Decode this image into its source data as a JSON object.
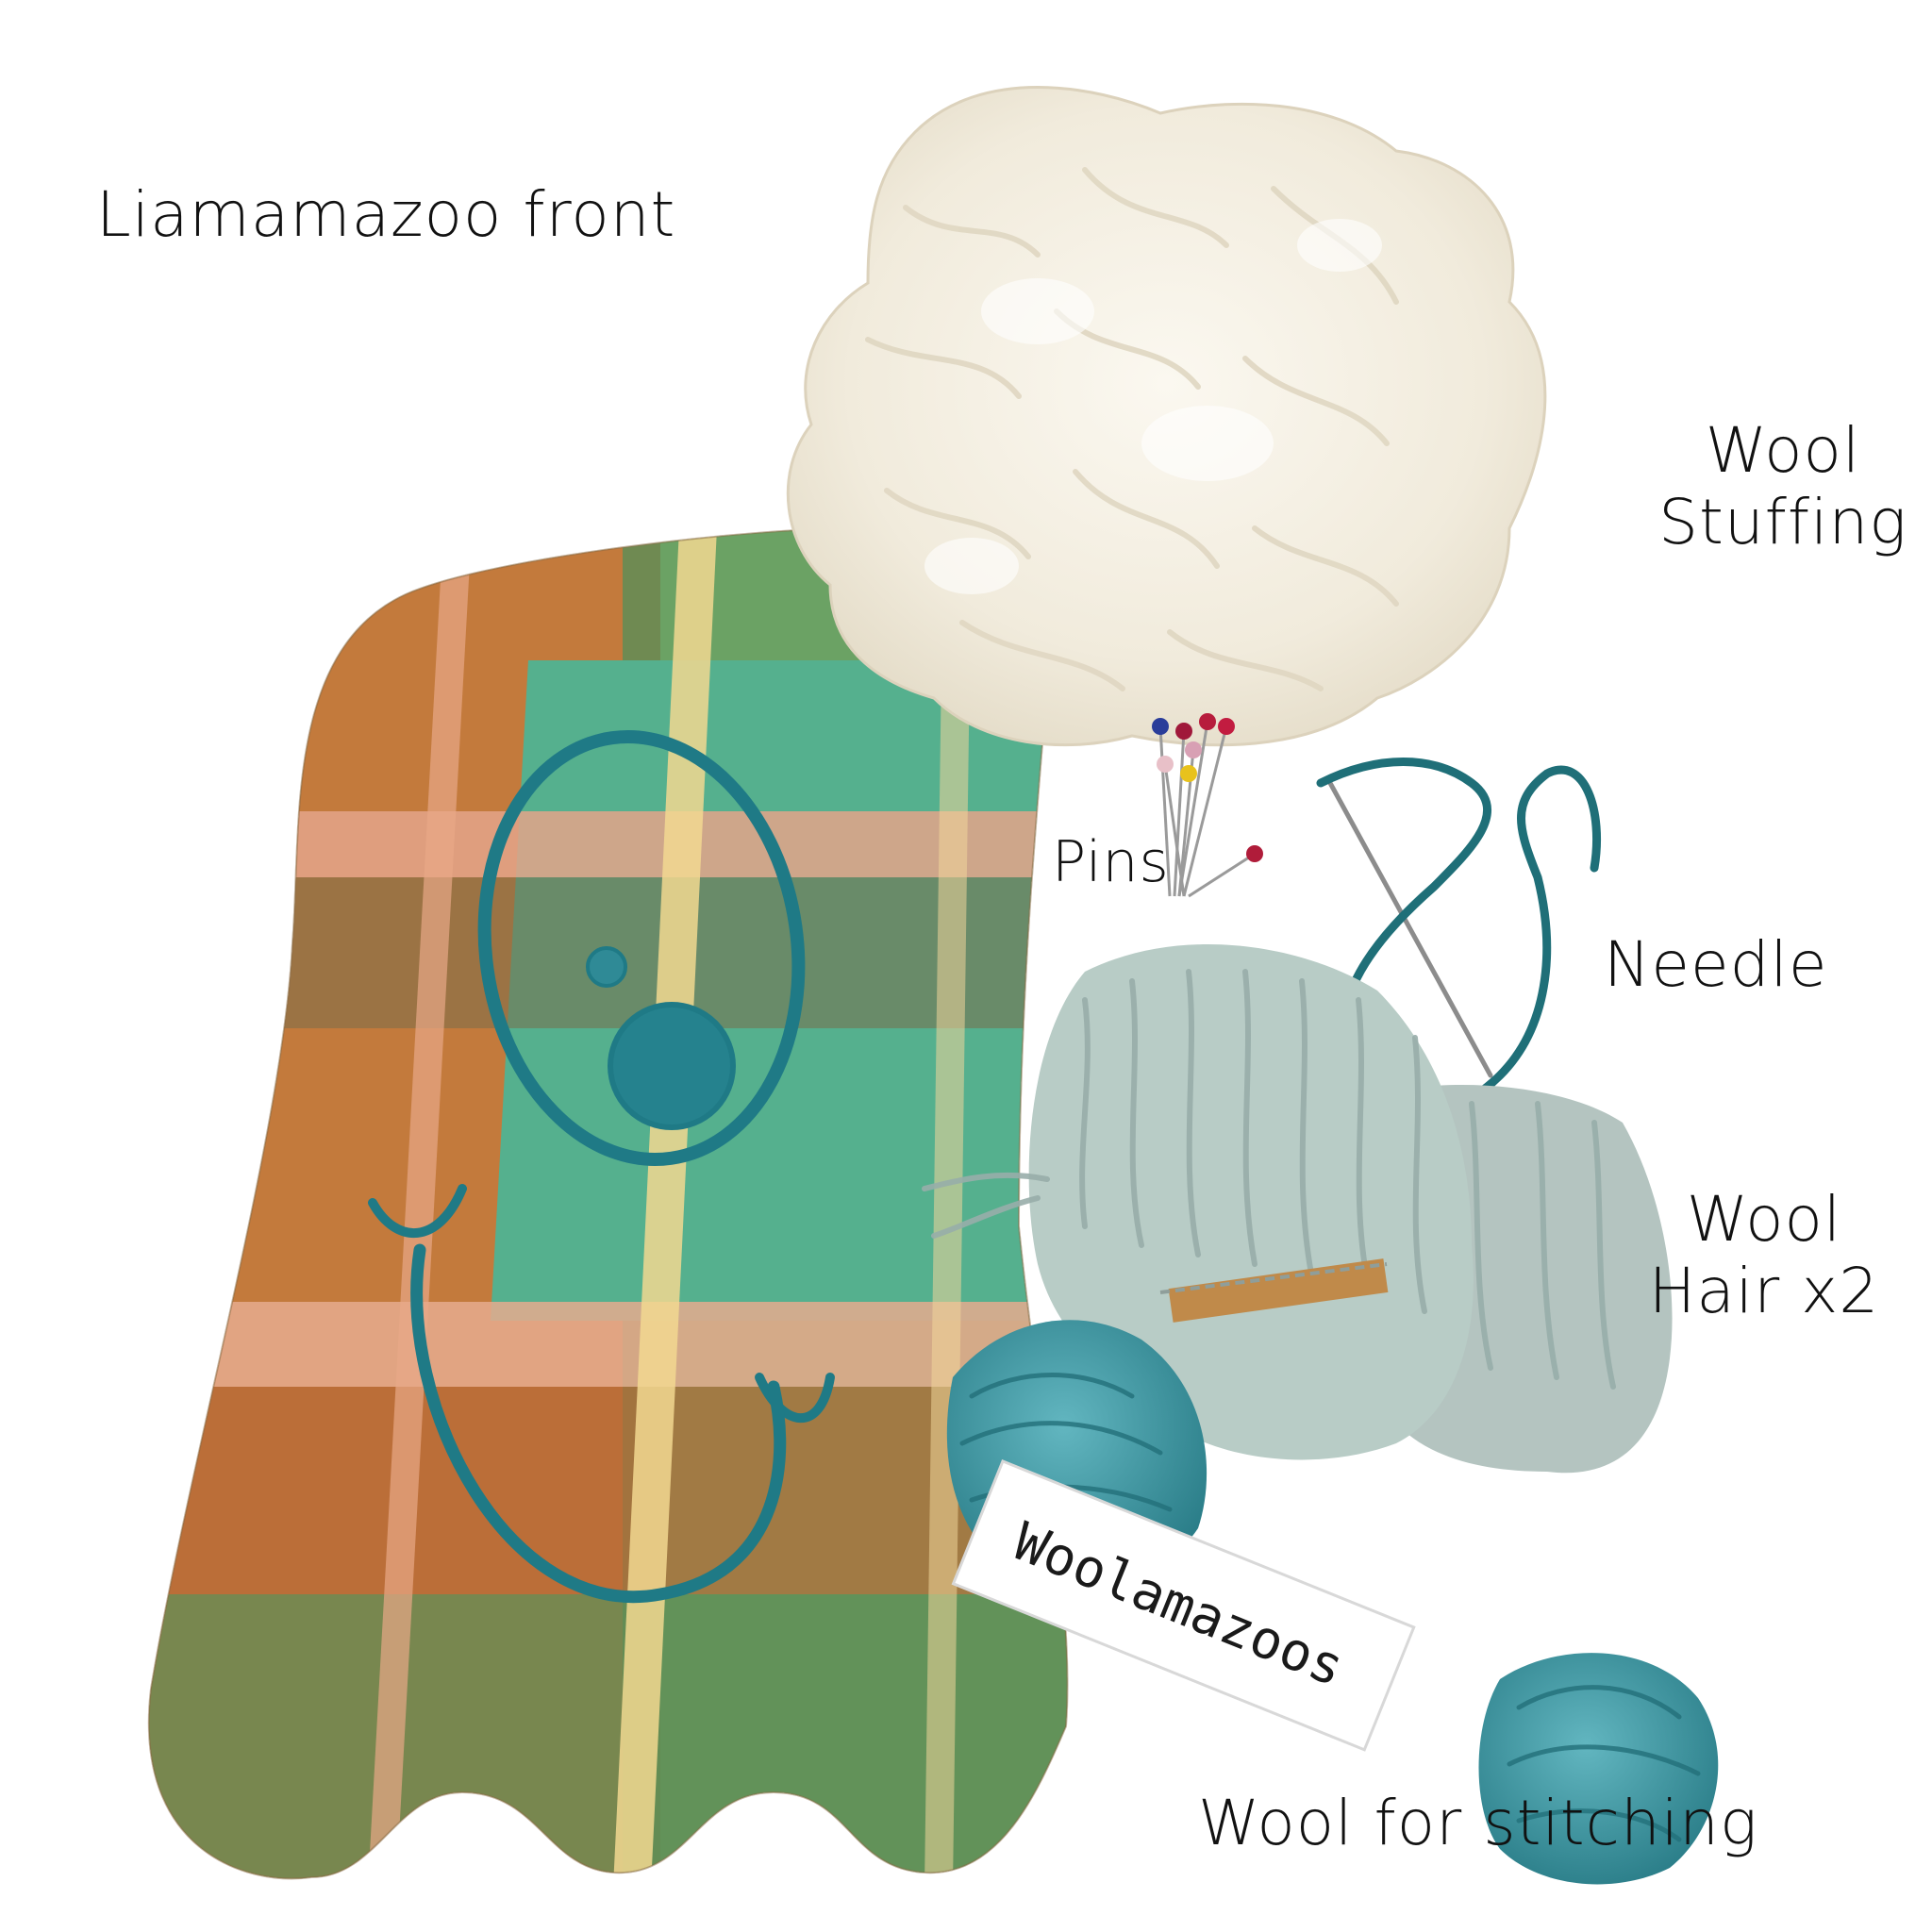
{
  "labels": {
    "front": "Liamamazoo front",
    "stuffing_line1": "Wool",
    "stuffing_line2": "Stuffing",
    "pins": "Pins",
    "needle": "Needle",
    "hair_line1": "Wool",
    "hair_line2": "Hair x2",
    "stitching": "Wool for stitching"
  },
  "skein_band": {
    "brand": "Woolamazoos"
  },
  "colors": {
    "background": "#ffffff",
    "plaid_orange": "#c8783a",
    "plaid_green": "#6aa064",
    "plaid_teal": "#4fae8c",
    "embroidery_teal": "#1f7a86",
    "wool_cream": "#f3eee2",
    "hair_gray": "#b3c6c2",
    "skein_teal": "#3a9aa6",
    "thread_teal": "#1f6f78",
    "text": "#111111"
  }
}
